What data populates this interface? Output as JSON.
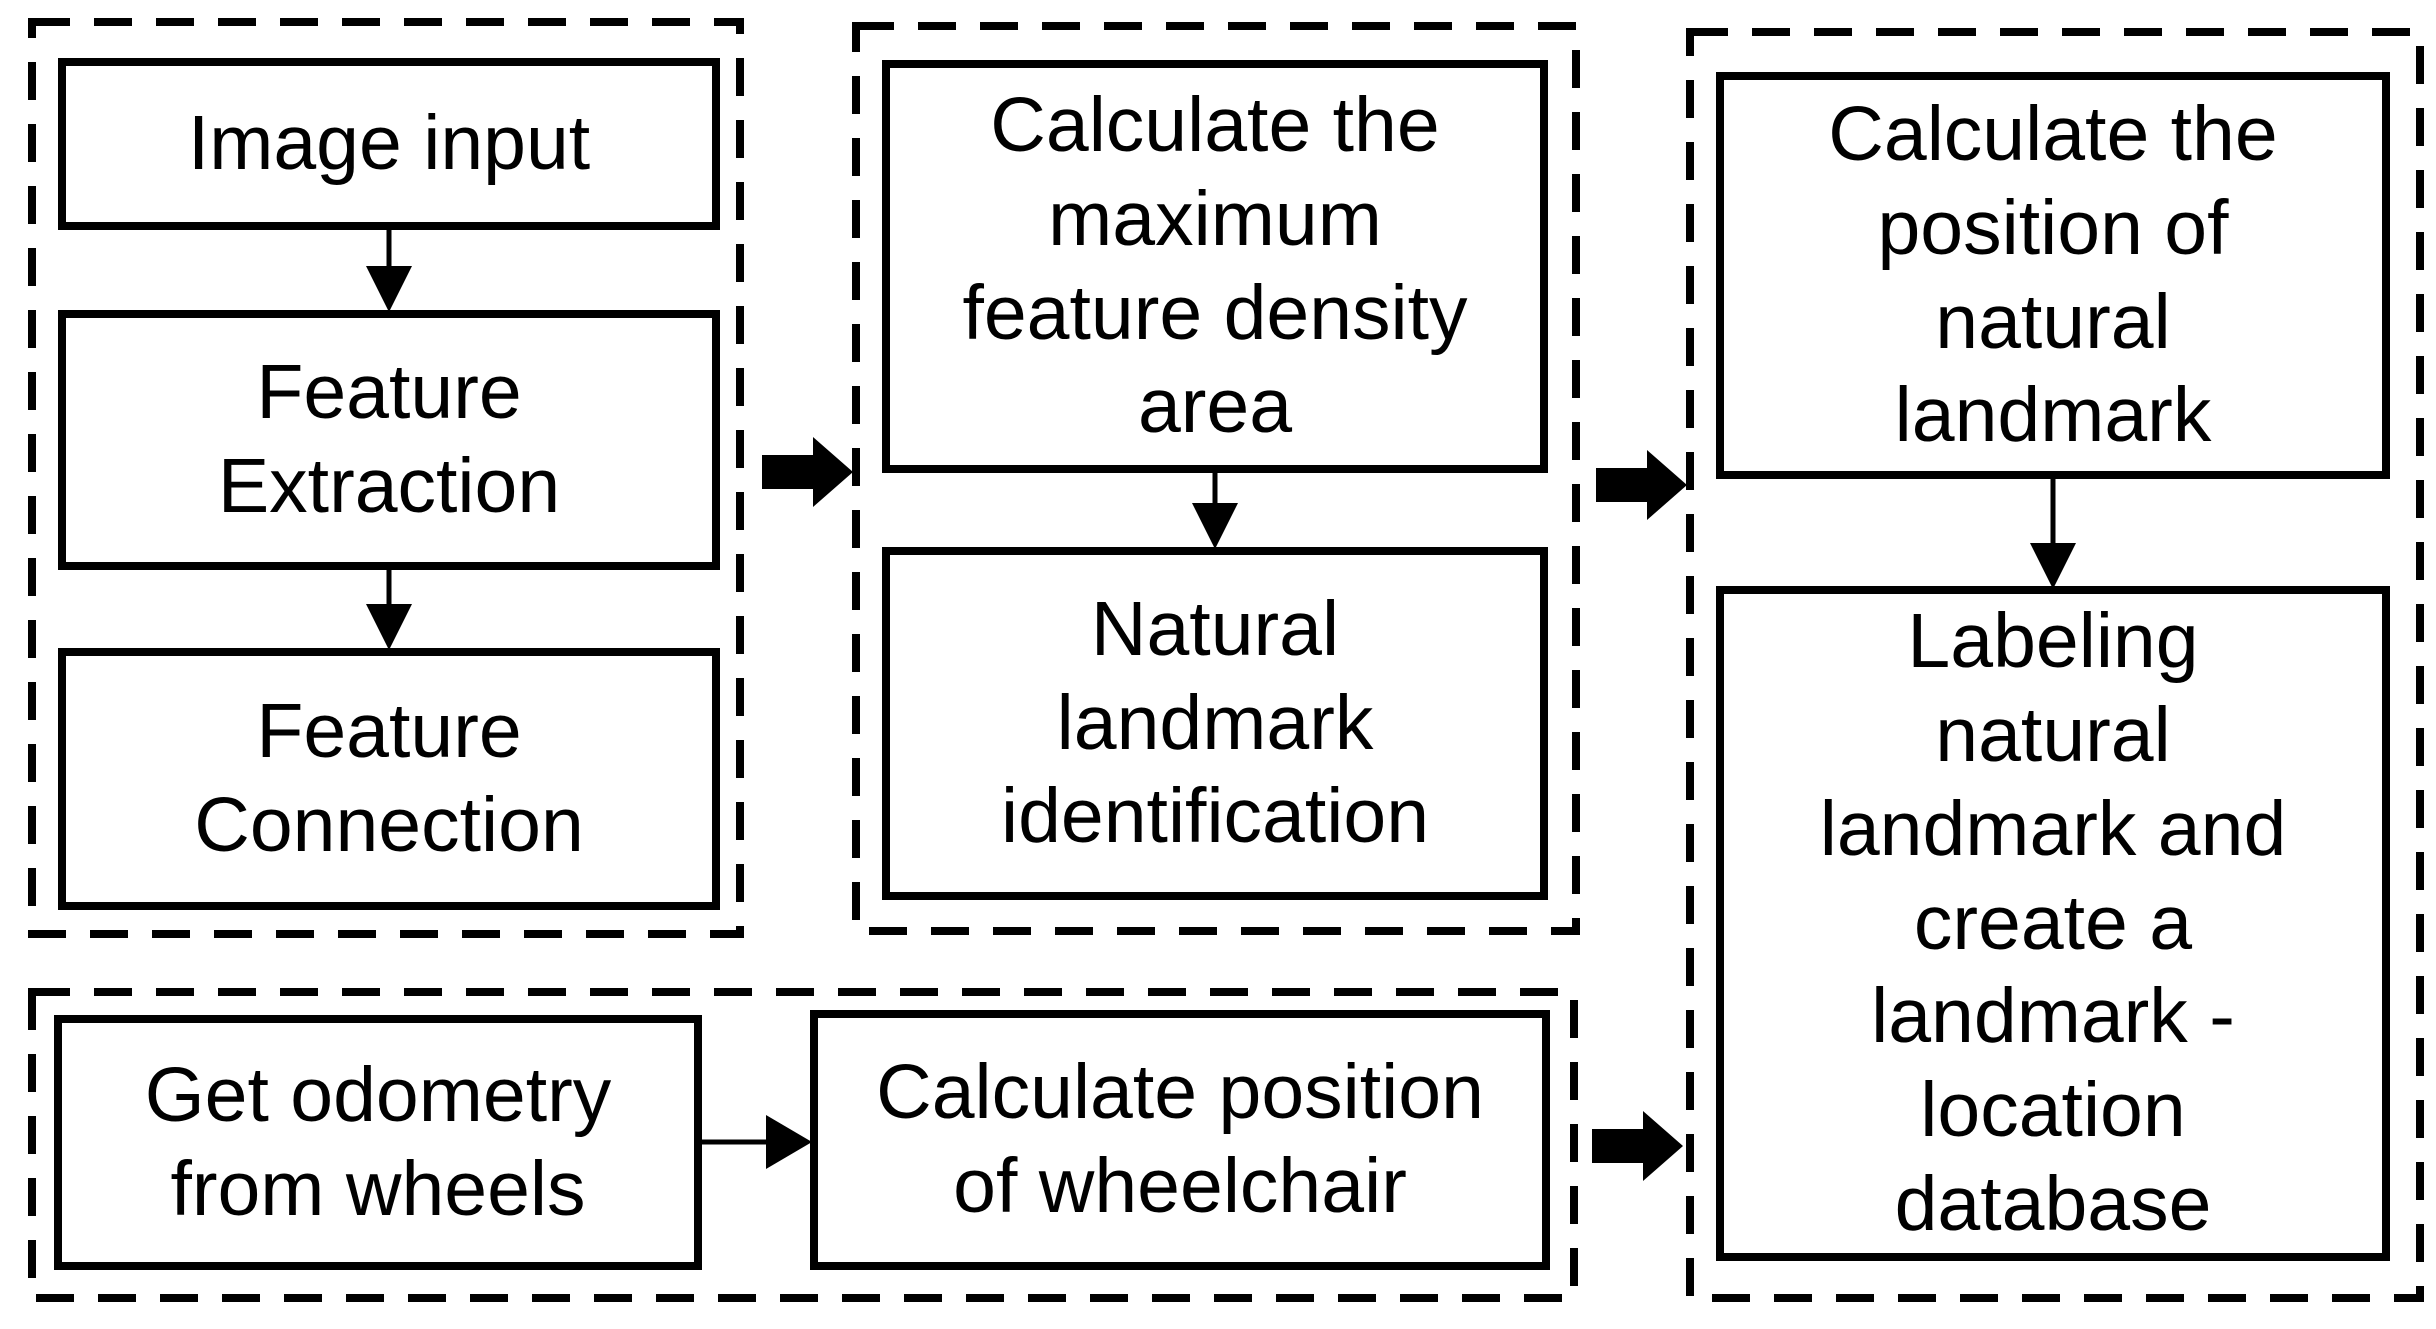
{
  "colors": {
    "ink": "#000000",
    "background": "#ffffff"
  },
  "groups": {
    "image_processing": {
      "boxes": {
        "image_input": {
          "label": "Image input"
        },
        "feature_extraction": {
          "label": "Feature\nExtraction"
        },
        "feature_connection": {
          "label": "Feature\nConnection"
        }
      }
    },
    "landmark_detection": {
      "boxes": {
        "max_feature_density": {
          "label": "Calculate the\nmaximum\nfeature density\narea"
        },
        "landmark_identification": {
          "label": "Natural\nlandmark\nidentification"
        }
      }
    },
    "odometry": {
      "boxes": {
        "get_odometry": {
          "label": "Get odometry\nfrom wheels"
        },
        "wheelchair_position": {
          "label": "Calculate position\nof wheelchair"
        }
      }
    },
    "landmark_mapping": {
      "boxes": {
        "landmark_position": {
          "label": "Calculate the\nposition of\nnatural\nlandmark"
        },
        "labeling_database": {
          "label": "Labeling\nnatural\nlandmark and\ncreate a\nlandmark -\nlocation\ndatabase"
        }
      }
    }
  }
}
